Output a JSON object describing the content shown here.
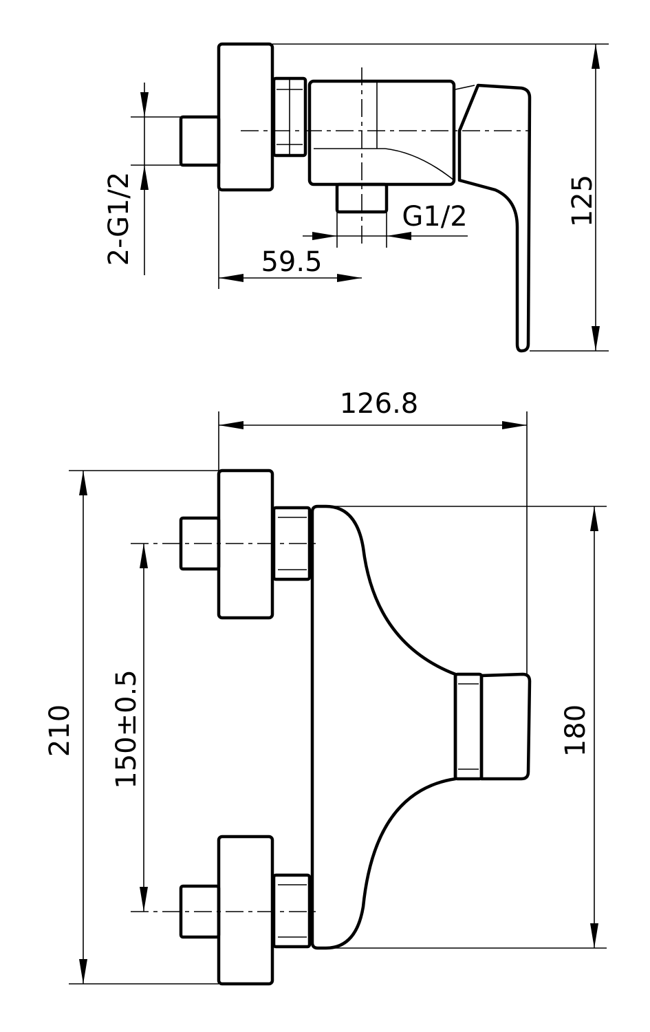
{
  "dimensions": {
    "side_height": "125",
    "side_inlet_thread": "2-G1/2",
    "side_outlet_thread": "G1/2",
    "side_offset": "59.5",
    "front_width": "126.8",
    "front_height": "210",
    "front_center_distance": "150±0.5",
    "front_body_height": "180"
  }
}
